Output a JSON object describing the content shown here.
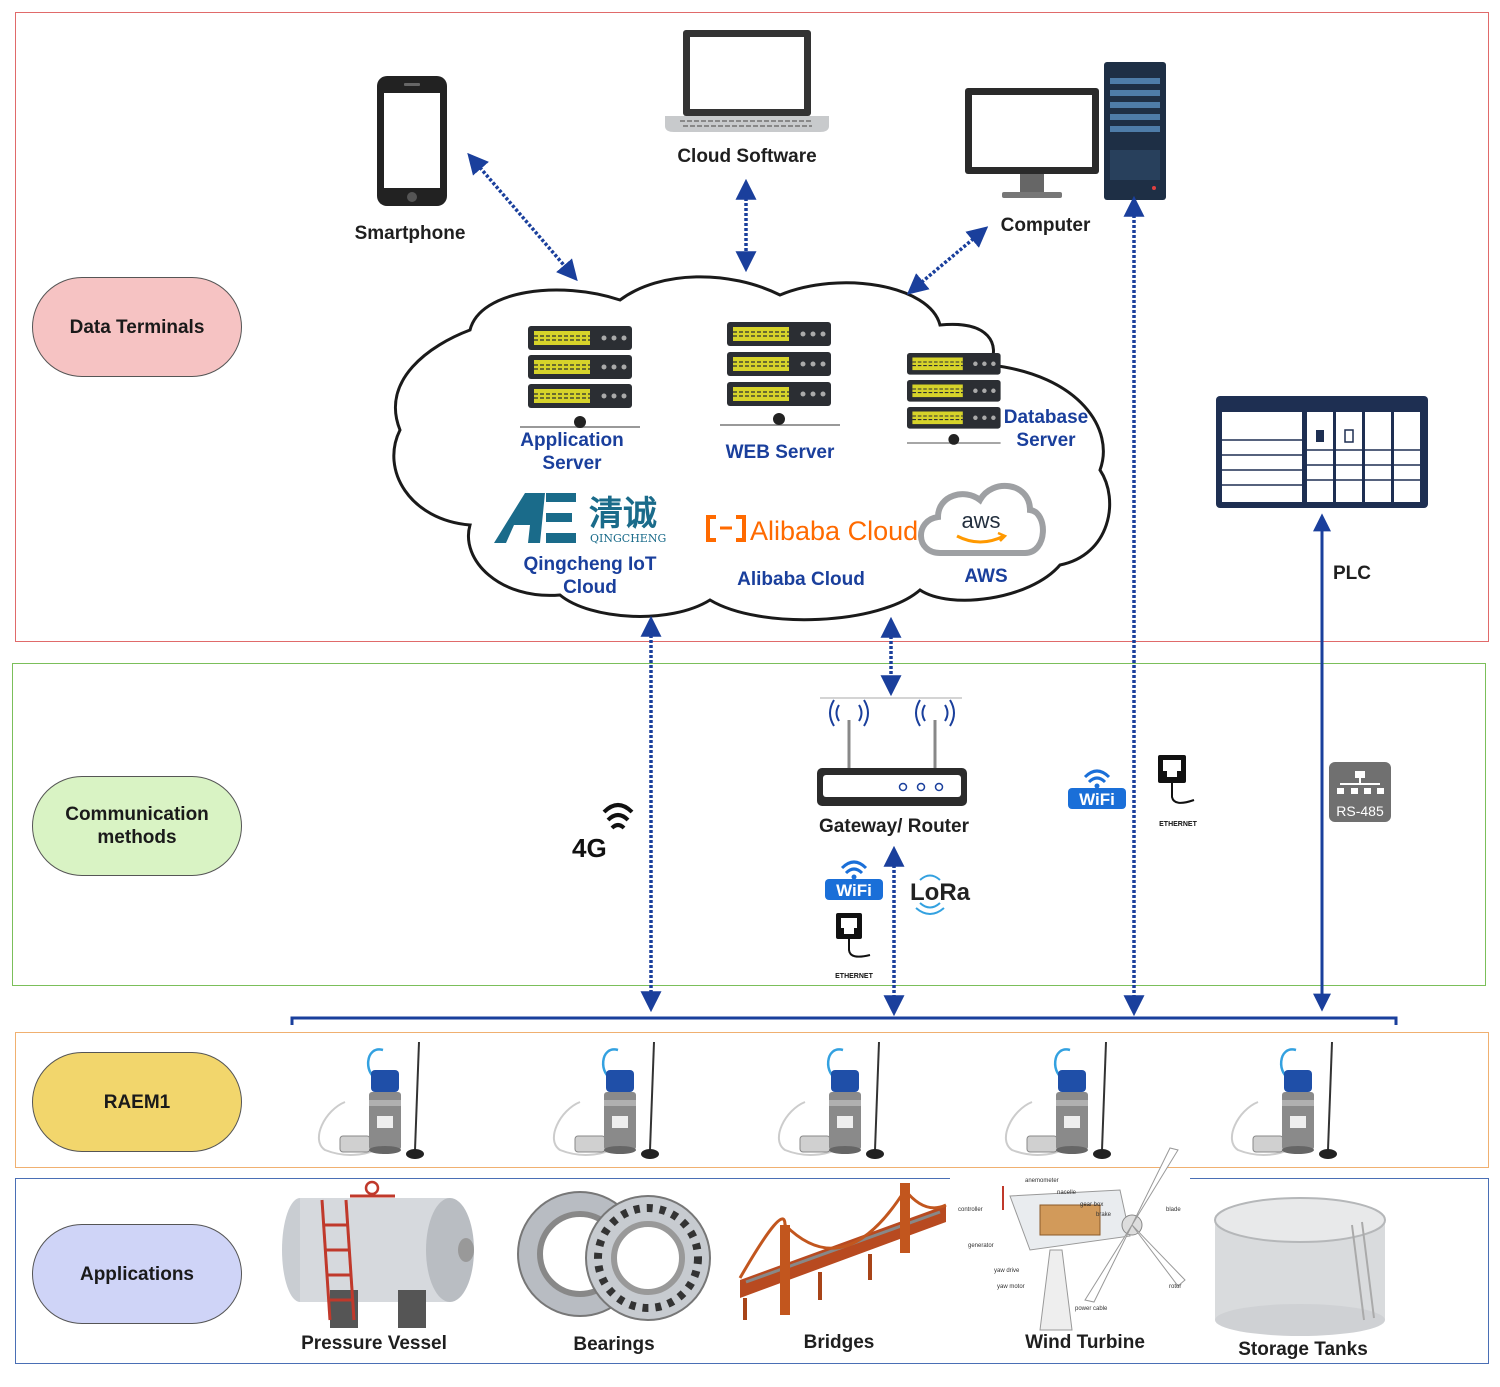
{
  "layers": {
    "data_terminals": "Data Terminals",
    "communication": "Communication methods",
    "raem": "RAEM1",
    "applications": "Applications"
  },
  "terminals": {
    "smartphone": "Smartphone",
    "cloud_software": "Cloud Software",
    "computer": "Computer",
    "plc": "PLC"
  },
  "cloud": {
    "application_server": "Application Server",
    "web_server": "WEB Server",
    "database_server": "Database Server",
    "qingcheng_cn": "清诚",
    "qingcheng_en": "QINGCHENG",
    "qingcheng_label": "Qingcheng IoT Cloud",
    "alibaba_logo": "Alibaba Cloud",
    "alibaba_label": "Alibaba Cloud",
    "aws_logo": "aws",
    "aws_label": "AWS"
  },
  "comm": {
    "g4": "4G",
    "gateway": "Gateway/ Router",
    "wifi": "WiFi",
    "lora": "LoRa",
    "ethernet": "ETHERNET",
    "rs485": "RS-485"
  },
  "turbine_parts": [
    "anemometer",
    "nacelle",
    "gear box",
    "brake",
    "controller",
    "blade",
    "generator",
    "yaw drive",
    "yaw motor",
    "rotor",
    "power cable"
  ],
  "applications": {
    "pressure_vessel": "Pressure Vessel",
    "bearings": "Bearings",
    "bridges": "Bridges",
    "wind_turbine": "Wind Turbine",
    "storage_tanks": "Storage Tanks"
  },
  "colors": {
    "link": "#1a3f9c",
    "terminals_border": "#e06a6a",
    "comm_border": "#7bbf5a",
    "raem_border": "#f0b070",
    "apps_border": "#4a6fb5"
  }
}
